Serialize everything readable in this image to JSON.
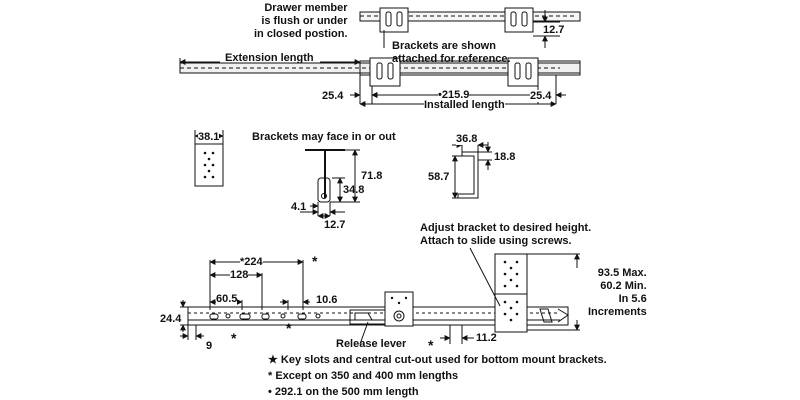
{
  "top": {
    "drawer_note": "Drawer member\nis flush or under\nin closed postion.",
    "brackets_shown": "Brackets are shown\nattached for reference.",
    "extension_length": "Extension length",
    "dim_12_7": "12.7",
    "dim_25_4_left": "25.4",
    "dim_215_9": "•215.9",
    "dim_25_4_right": "25.4",
    "installed_length": "Installed length"
  },
  "middle": {
    "dim_38_1": "38.1",
    "brackets_face": "Brackets may face in or out",
    "dim_71_8": "71.8",
    "dim_34_8": "34.8",
    "dim_4_1": "4.1",
    "dim_12_7": "12.7",
    "dim_36_8": "36.8",
    "dim_18_8": "18.8",
    "dim_58_7": "58.7"
  },
  "bottom": {
    "dim_224": "*224",
    "dim_128": "128",
    "dim_60_5": "60.5",
    "dim_10_6": "10.6",
    "dim_24_4": "24.4",
    "dim_9": "9",
    "star_1": "*",
    "star_2": "*",
    "star_3": "*",
    "release_lever": "Release lever",
    "dim_11_2": "11.2",
    "adjust_note": "Adjust bracket to desired height.\nAttach to slide using screws.",
    "height_note": "93.5 Max.\n60.2 Min.\nIn 5.6\nIncrements"
  },
  "notes": [
    "★ Key slots and central cut-out used for bottom mount brackets.",
    "* Except on 350 and 400 mm lengths",
    "• 292.1 on the 500 mm length"
  ]
}
